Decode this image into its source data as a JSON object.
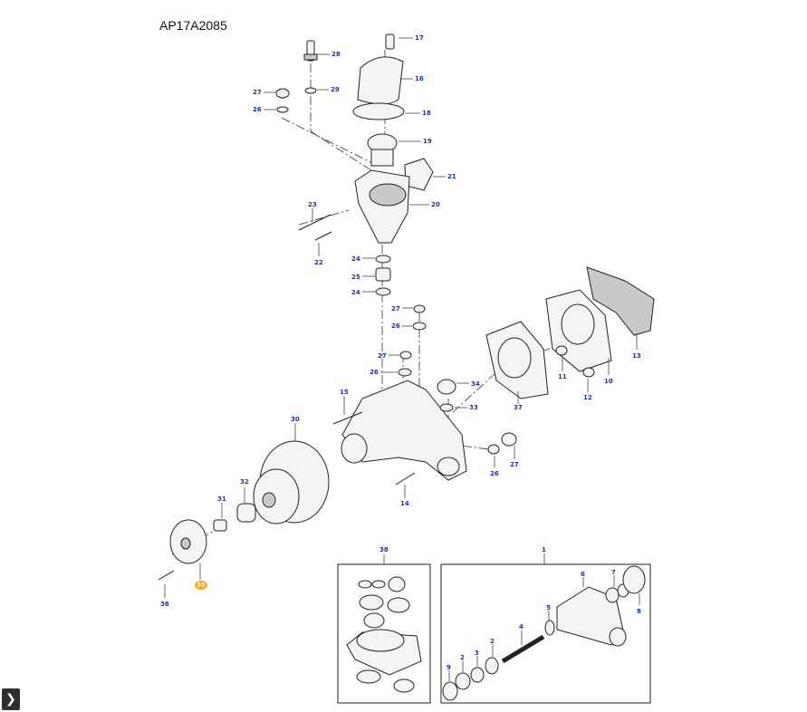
{
  "diagram": {
    "title": "AP17A2085",
    "selected_callout": "35",
    "callouts": [
      "17",
      "28",
      "29",
      "27",
      "26",
      "16",
      "18",
      "19",
      "21",
      "20",
      "23",
      "22",
      "24",
      "25",
      "24",
      "27",
      "26",
      "27",
      "26",
      "15",
      "30",
      "34",
      "33",
      "37",
      "11",
      "12",
      "10",
      "13",
      "26",
      "27",
      "14",
      "32",
      "31",
      "35",
      "36",
      "38",
      "1",
      "6",
      "7",
      "8",
      "5",
      "4",
      "2",
      "3",
      "2",
      "9"
    ]
  },
  "icons": {
    "expand": "chevron-right-icon"
  }
}
